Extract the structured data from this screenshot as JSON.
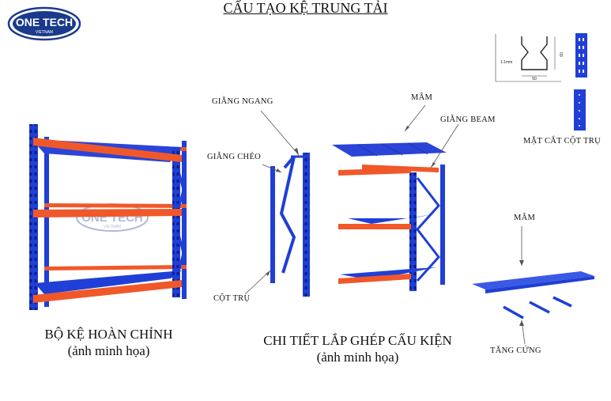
{
  "logo": {
    "name": "ONE TECH",
    "sub": "VIETNAM"
  },
  "watermark": {
    "name": "ONE TECH",
    "sub": "VIETNAM"
  },
  "title": "CẤU TẠO KỆ TRUNG TẢI",
  "captions": {
    "complete": {
      "line1": "BỘ KỆ HOÀN CHỈNH",
      "line2": "(ảnh minh họa)"
    },
    "assembly": {
      "line1": "CHI TIẾT LẮP GHÉP CẤU KIỆN",
      "line2": "(ảnh minh họa)"
    }
  },
  "labels": {
    "horizontal_brace": "GIẰNG NGANG",
    "diagonal_brace": "GIẰNG CHÉO",
    "upright_column": "CỘT TRỤ",
    "tray_top": "MÂM",
    "beam": "GIẰNG BEAM",
    "column_section": "MẶT CẮT CỘT TRỤ",
    "tray_right": "MÂM",
    "stiffener": "TĂNG CỨNG"
  },
  "section_dims": {
    "thickness": "1.1mm",
    "width": "50",
    "height": "60"
  },
  "colors": {
    "blue": "#1f3fd6",
    "orange": "#f0582a",
    "logo_blue": "#1b3a8c"
  }
}
